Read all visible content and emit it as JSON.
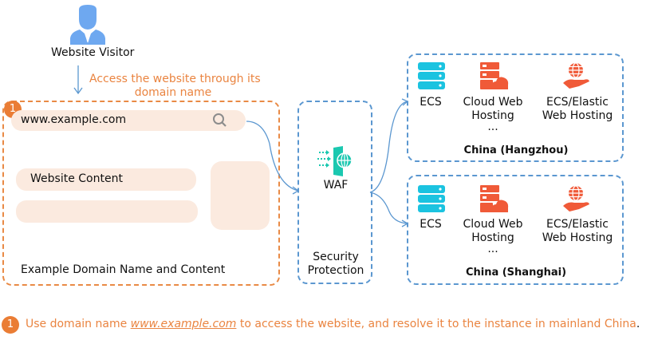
{
  "visitor": {
    "label": "Website Visitor",
    "icon": "person-icon"
  },
  "access_note": {
    "line1": "Access the website through its",
    "line2": "domain name"
  },
  "example_box": {
    "badge": "1",
    "search_value": "www.example.com",
    "content_label": "Website Content",
    "caption": "Example Domain Name and Content"
  },
  "waf": {
    "label": "WAF",
    "caption_line1": "Security",
    "caption_line2": "Protection"
  },
  "regions": [
    {
      "name": "China (Hangzhou)",
      "services": [
        {
          "label1": "ECS",
          "label2": "",
          "label3": "",
          "icon": "server-icon"
        },
        {
          "label1": "Cloud Web",
          "label2": "Hosting",
          "label3": "...",
          "icon": "cloud-server-icon"
        },
        {
          "label1": "ECS/Elastic",
          "label2": "Web Hosting",
          "label3": "",
          "icon": "globe-hand-icon"
        }
      ]
    },
    {
      "name": "China (Shanghai)",
      "services": [
        {
          "label1": "ECS",
          "label2": "",
          "label3": "",
          "icon": "server-icon"
        },
        {
          "label1": "Cloud Web",
          "label2": "Hosting",
          "label3": "...",
          "icon": "cloud-server-icon"
        },
        {
          "label1": "ECS/Elastic",
          "label2": "Web Hosting",
          "label3": "",
          "icon": "globe-hand-icon"
        }
      ]
    }
  ],
  "footnote": {
    "badge": "1",
    "prefix": "Use domain name ",
    "link": "www.example.com",
    "suffix": " to access the website, and resolve it to the instance in mainland China",
    "period": "."
  },
  "colors": {
    "orange": "#ea8440",
    "blue": "#5b97d0",
    "teal": "#1bc8d8",
    "red": "#f05a38",
    "pill": "#fbeadf"
  }
}
